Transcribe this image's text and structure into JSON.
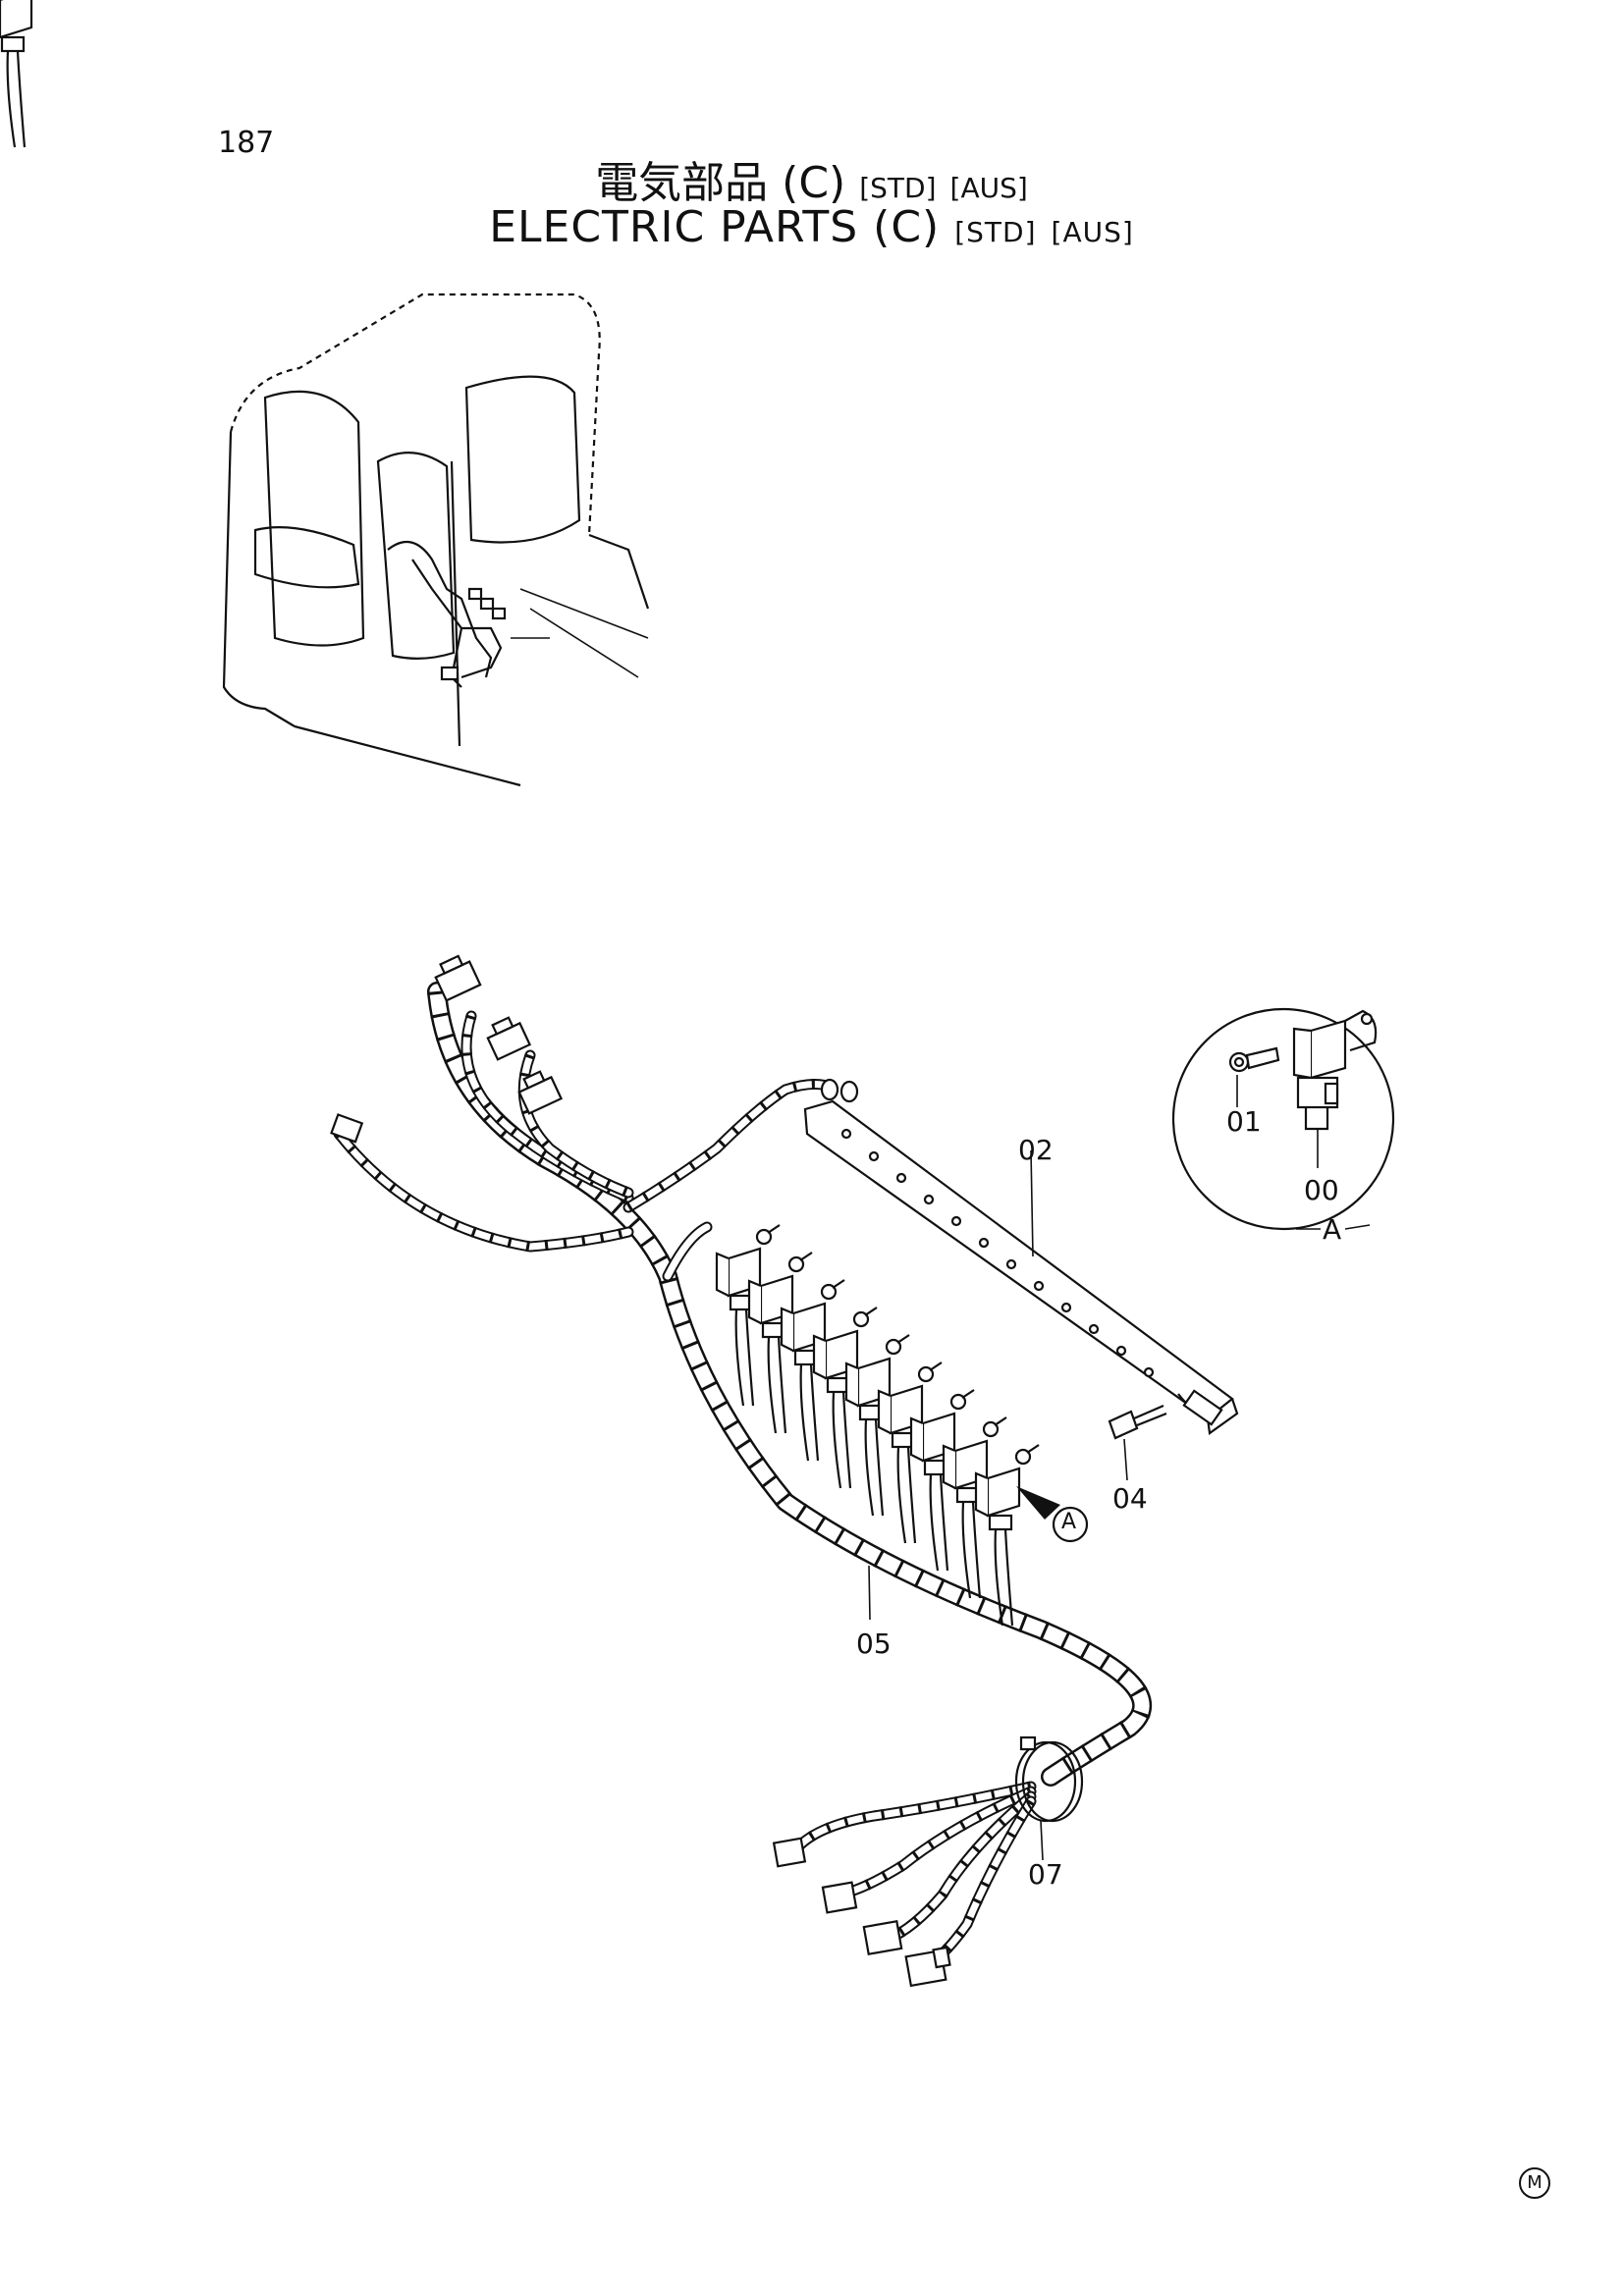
{
  "page_number": "187",
  "title_jp": "電気部品 (C)",
  "title_en": "ELECTRIC  PARTS  (C)",
  "tags": [
    "[STD]",
    "[AUS]"
  ],
  "part_labels": {
    "p00": "00",
    "p01": "01",
    "p02": "02",
    "p04": "04",
    "p05": "05",
    "p07": "07"
  },
  "detail_label": "A",
  "detail_callout_label": "A",
  "corner_mark": "M"
}
